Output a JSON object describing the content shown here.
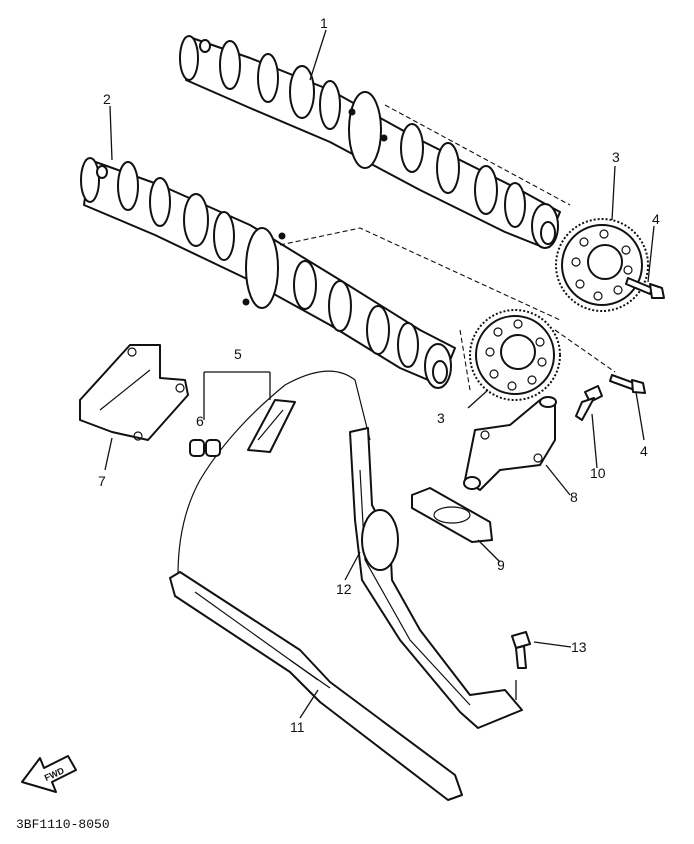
{
  "callouts": [
    {
      "id": "camshaft-exhaust",
      "text": "1"
    },
    {
      "id": "camshaft-intake",
      "text": "2"
    },
    {
      "id": "sprocket-upper",
      "text": "3"
    },
    {
      "id": "sprocket-lower",
      "text": "3"
    },
    {
      "id": "bolt-upper",
      "text": "4"
    },
    {
      "id": "bolt-lower",
      "text": "4"
    },
    {
      "id": "cam-chain",
      "text": "5"
    },
    {
      "id": "chain-link",
      "text": "6"
    },
    {
      "id": "chain-guide-top",
      "text": "7"
    },
    {
      "id": "tensioner",
      "text": "8"
    },
    {
      "id": "gasket",
      "text": "9"
    },
    {
      "id": "tensioner-bolt",
      "text": "10"
    },
    {
      "id": "guide-exhaust",
      "text": "11"
    },
    {
      "id": "guide-intake",
      "text": "12"
    },
    {
      "id": "guide-bolt",
      "text": "13"
    }
  ],
  "forward_arrow": {
    "text": "FWD"
  },
  "diagram_code": "3BF1110-8050"
}
